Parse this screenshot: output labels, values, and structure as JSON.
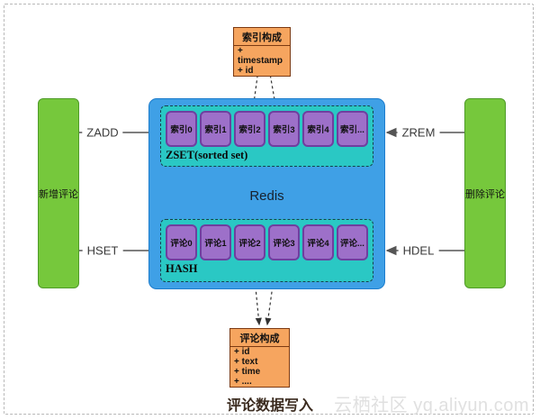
{
  "index_box": {
    "title": "索引构成",
    "fields": [
      "+ timestamp",
      "+ id"
    ]
  },
  "comment_box": {
    "title": "评论构成",
    "fields": [
      "+ id",
      "+ text",
      "+ time",
      "+ ...."
    ]
  },
  "redis": {
    "label": "Redis",
    "zset": {
      "label": "ZSET(sorted set)",
      "cells": [
        "索引0",
        "索引1",
        "索引2",
        "索引3",
        "索引4",
        "索引..."
      ]
    },
    "hash": {
      "label": "HASH",
      "cells": [
        "评论0",
        "评论1",
        "评论2",
        "评论3",
        "评论4",
        "评论..."
      ]
    }
  },
  "actors": {
    "left": "新增评论",
    "right": "删除评论"
  },
  "arrows": {
    "zadd": "ZADD",
    "hset": "HSET",
    "zrem": "ZREM",
    "hdel": "HDEL"
  },
  "caption": "评论数据写入",
  "watermark": "云栖社区 yq.aliyun.com",
  "colors": {
    "redis_blue": "#3FA0E6",
    "store_cyan": "#2AC8C4",
    "cell_purple": "#9D70C9",
    "actor_green": "#76C83C",
    "struct_orange": "#F6A55F"
  }
}
